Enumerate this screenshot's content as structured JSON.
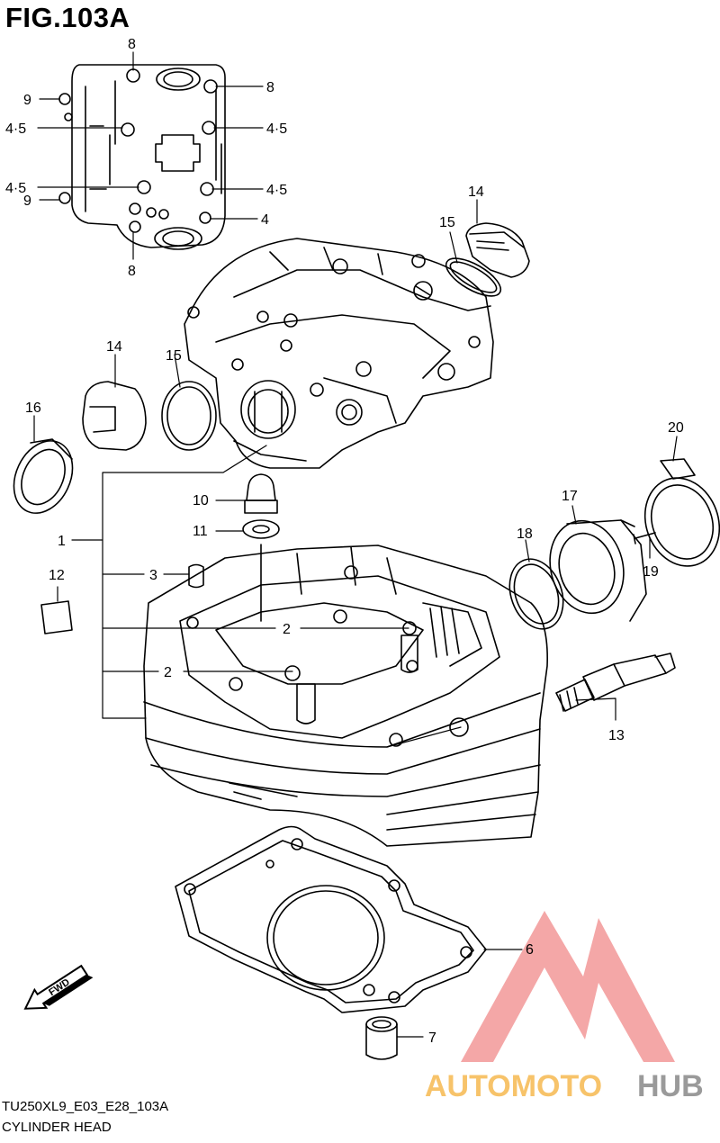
{
  "figure": {
    "title": "FIG.103A",
    "code": "TU250XL9_E03_E28_103A",
    "name": "CYLINDER HEAD"
  },
  "fwd_label": "FWD",
  "watermark": {
    "text_part1": "AUTOMOTO",
    "text_part2": "HUB",
    "color_part1": "#f7c36a",
    "color_part2": "#9a9a9a",
    "logo_color": "#f08a8a"
  },
  "callouts": [
    {
      "id": "c8-top",
      "label": "8"
    },
    {
      "id": "c9-top",
      "label": "9"
    },
    {
      "id": "c8-right",
      "label": "8"
    },
    {
      "id": "c45-left1",
      "label": "4·5"
    },
    {
      "id": "c45-right1",
      "label": "4·5"
    },
    {
      "id": "c45-left2",
      "label": "4·5"
    },
    {
      "id": "c45-right2",
      "label": "4·5"
    },
    {
      "id": "c9-bottom",
      "label": "9"
    },
    {
      "id": "c4",
      "label": "4"
    },
    {
      "id": "c8-bottom",
      "label": "8"
    },
    {
      "id": "c14-right",
      "label": "14"
    },
    {
      "id": "c15-right",
      "label": "15"
    },
    {
      "id": "c14-left",
      "label": "14"
    },
    {
      "id": "c15-left",
      "label": "15"
    },
    {
      "id": "c16",
      "label": "16"
    },
    {
      "id": "c20",
      "label": "20"
    },
    {
      "id": "c10",
      "label": "10"
    },
    {
      "id": "c17",
      "label": "17"
    },
    {
      "id": "c11",
      "label": "11"
    },
    {
      "id": "c1",
      "label": "1"
    },
    {
      "id": "c18",
      "label": "18"
    },
    {
      "id": "c12",
      "label": "12"
    },
    {
      "id": "c3",
      "label": "3"
    },
    {
      "id": "c19",
      "label": "19"
    },
    {
      "id": "c2-a",
      "label": "2"
    },
    {
      "id": "c2-b",
      "label": "2"
    },
    {
      "id": "c13",
      "label": "13"
    },
    {
      "id": "c6",
      "label": "6"
    },
    {
      "id": "c7",
      "label": "7"
    }
  ]
}
